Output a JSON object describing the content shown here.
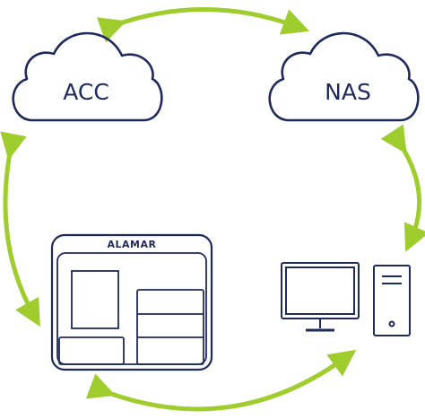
{
  "nodes": {
    "cloud_left": {
      "label": "ACC"
    },
    "cloud_right": {
      "label": "NAS"
    },
    "server_panel": {
      "label": "ALAMAR"
    }
  },
  "colors": {
    "outline": "#1f2a5c",
    "arrow": "#9fcd2e",
    "background": "#ffffff"
  }
}
